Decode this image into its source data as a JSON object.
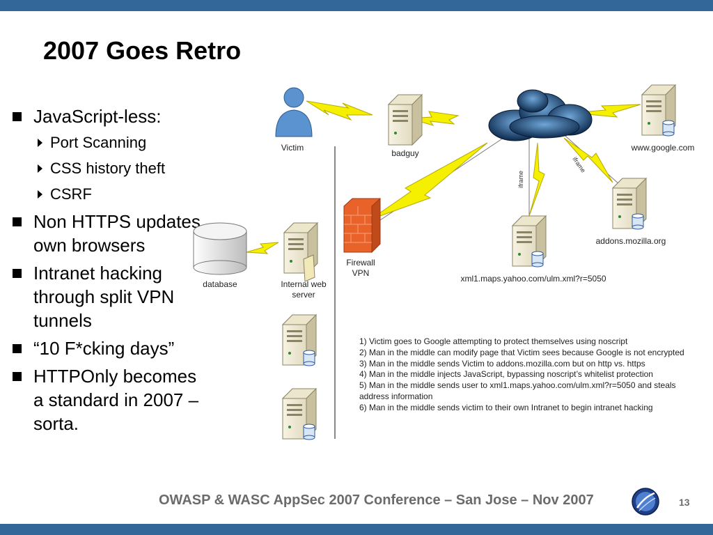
{
  "slide": {
    "title": "2007 Goes Retro",
    "footer": "OWASP & WASC AppSec 2007 Conference – San Jose – Nov 2007",
    "page_number": "13"
  },
  "bullets": [
    {
      "text": "JavaScript-less:",
      "sub": [
        "Port Scanning",
        "CSS history theft",
        "CSRF"
      ]
    },
    {
      "text": "Non HTTPS updates own browsers"
    },
    {
      "text": "Intranet hacking through split VPN tunnels"
    },
    {
      "text": "“10 F*cking days”"
    },
    {
      "text": "HTTPOnly becomes a standard in 2007 – sorta."
    }
  ],
  "diagram": {
    "nodes": {
      "victim": "Victim",
      "badguy": "badguy",
      "google": "www.google.com",
      "addons": "addons.mozilla.org",
      "yahoo": "xml1.maps.yahoo.com/ulm.xml?r=5050",
      "database": "database",
      "internal_web_line1": "Internal web",
      "internal_web_line2": "server",
      "firewall_line1": "Firewall",
      "firewall_line2": "VPN"
    },
    "link_labels": {
      "iframe_a": "iframe",
      "iframe_b": "iframe"
    },
    "steps": [
      "1) Victim goes to Google attempting to protect themselves using noscript",
      "2) Man in the middle can modify page that Victim sees because Google is not encrypted",
      "3) Man in the middle sends Victim to addons.mozilla.com but on http vs. https",
      "4) Man in the middle injects JavaScript, bypassing noscript’s whitelist protection",
      "5) Man in the middle sends user to xml1.maps.yahoo.com/ulm.xml?r=5050 and steals",
      "address information",
      "6) Man in the middle sends victim to their own Intranet to begin intranet hacking"
    ]
  },
  "colors": {
    "bar": "#336699",
    "bolt": "#f5f000",
    "firewall": "#e8622a",
    "footer_text": "#6b6b6b"
  }
}
